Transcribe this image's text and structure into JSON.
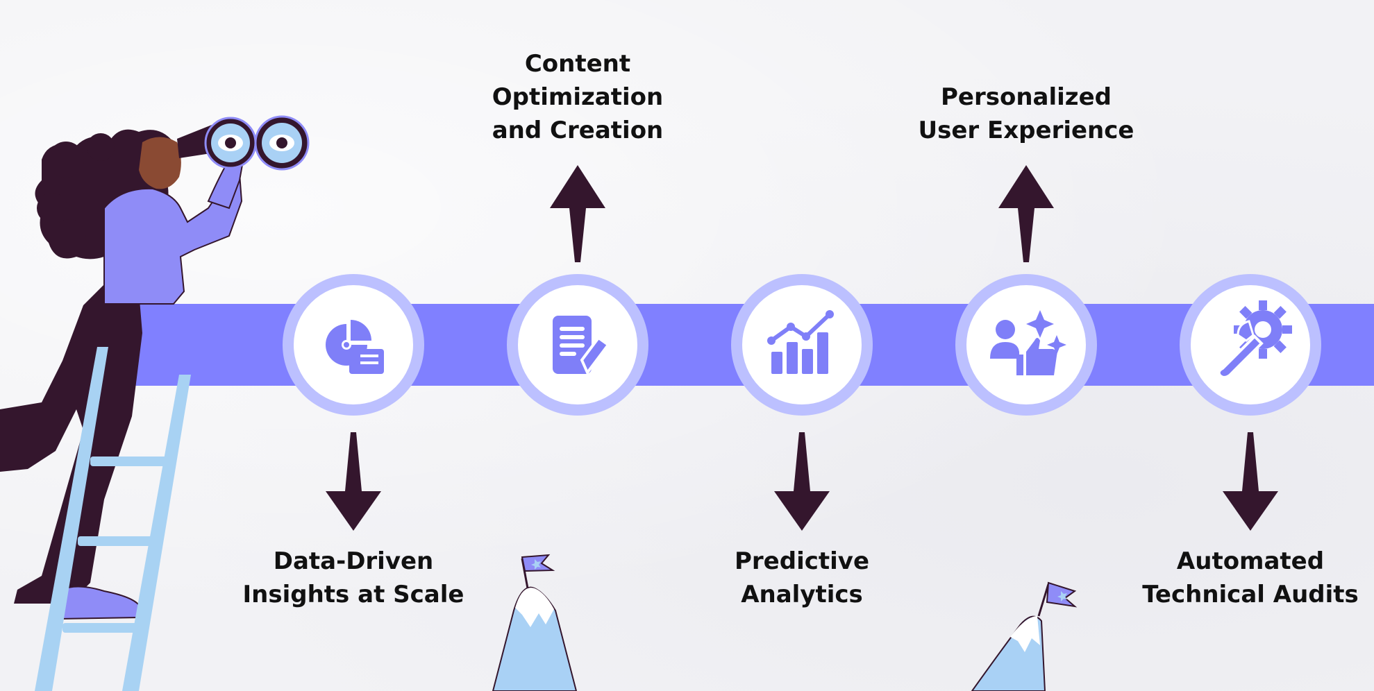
{
  "colors": {
    "band": "#8080ff",
    "ring": "#bcc0ff",
    "icon": "#7f7ff8",
    "arrow": "#34162d",
    "text": "#111111",
    "figure_dark": "#34162d",
    "figure_sweater": "#8f8cf7",
    "ladder": "#a8d2f3",
    "mountain": "#a9d1f5"
  },
  "stages": [
    {
      "id": "data-driven-insights",
      "icon": "pie-chart-report-icon",
      "direction": "down",
      "label_lines": [
        "Data-Driven",
        "Insights at Scale"
      ]
    },
    {
      "id": "content-optimization",
      "icon": "document-pen-icon",
      "direction": "up",
      "label_lines": [
        "Content",
        "Optimization",
        "and Creation"
      ]
    },
    {
      "id": "predictive-analytics",
      "icon": "bar-trend-chart-icon",
      "direction": "down",
      "label_lines": [
        "Predictive",
        "Analytics"
      ]
    },
    {
      "id": "personalized-ux",
      "icon": "user-thumbs-up-sparkle-icon",
      "direction": "up",
      "label_lines": [
        "Personalized",
        "User Experience"
      ]
    },
    {
      "id": "automated-audits",
      "icon": "gear-wrench-icon",
      "direction": "down",
      "label_lines": [
        "Automated",
        "Technical Audits"
      ]
    }
  ],
  "illustration": {
    "figure": "woman-with-binoculars-on-ladder",
    "decorations": [
      "mountain-flag-left",
      "mountain-flag-right"
    ]
  }
}
